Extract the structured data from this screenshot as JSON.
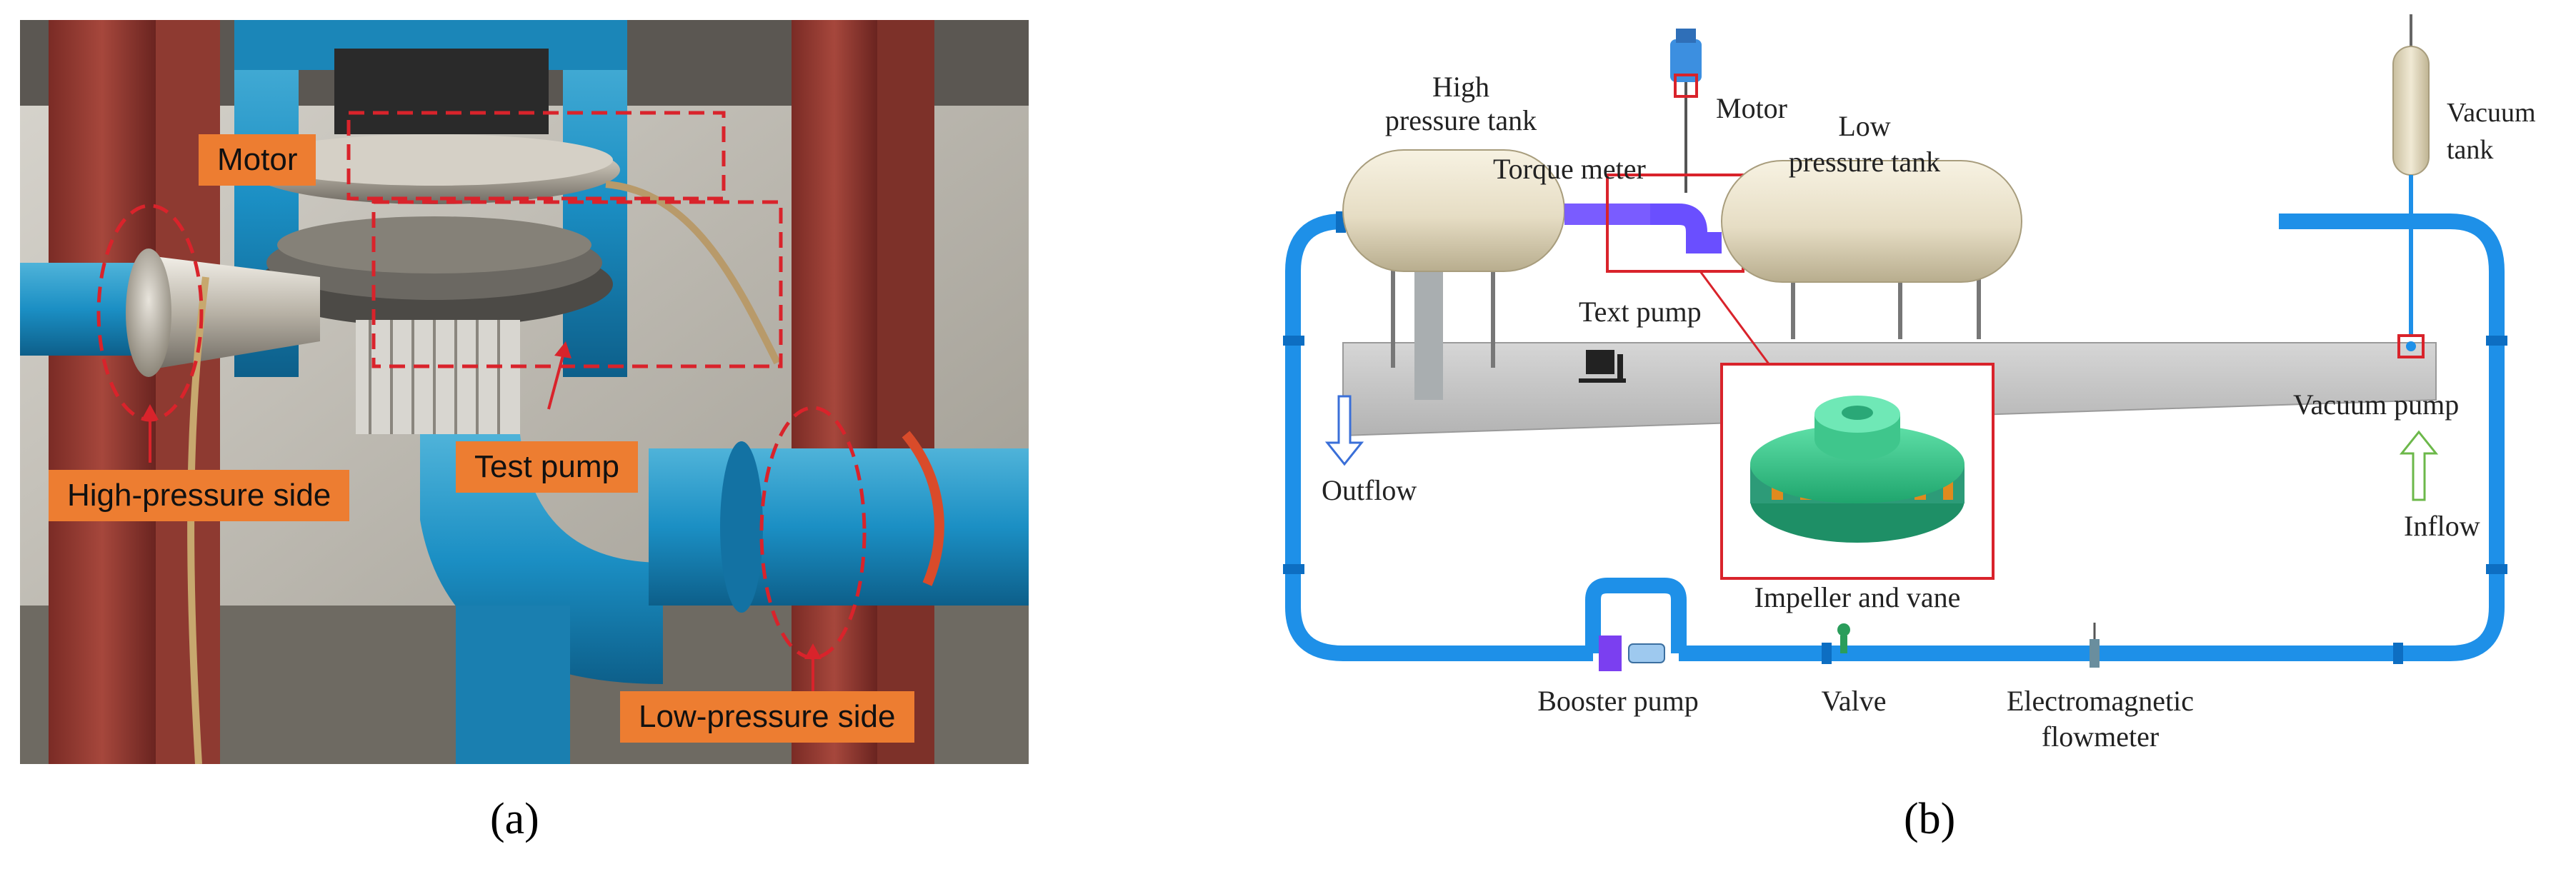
{
  "panel_a": {
    "labels": {
      "motor": "Motor",
      "high_pressure_side": "High-pressure side",
      "test_pump": "Test pump",
      "low_pressure_side": "Low-pressure side"
    },
    "caption": "(a)"
  },
  "panel_b": {
    "labels": {
      "high_tank_1": "High",
      "high_tank_2": "pressure tank",
      "motor": "Motor",
      "torque_meter": "Torque meter",
      "low_tank_1": "Low",
      "low_tank_2": "pressure tank",
      "vacuum_tank_1": "Vacuum",
      "vacuum_tank_2": "tank",
      "text_pump": "Text pump",
      "vacuum_pump": "Vacuum pump",
      "outflow": "Outflow",
      "inflow": "Inflow",
      "impeller_and_vane": "Impeller and vane",
      "booster_pump": "Booster pump",
      "valve": "Valve",
      "flowmeter_1": "Electromagnetic",
      "flowmeter_2": "flowmeter"
    },
    "caption": "(b)"
  },
  "colors": {
    "label_fill": "#ED7D31",
    "highlight_dash": "#D9232B",
    "pipe_blue": "#1E90E8",
    "tank_beige": "#E6DDC4",
    "impeller_green": "#2ECC8A"
  }
}
